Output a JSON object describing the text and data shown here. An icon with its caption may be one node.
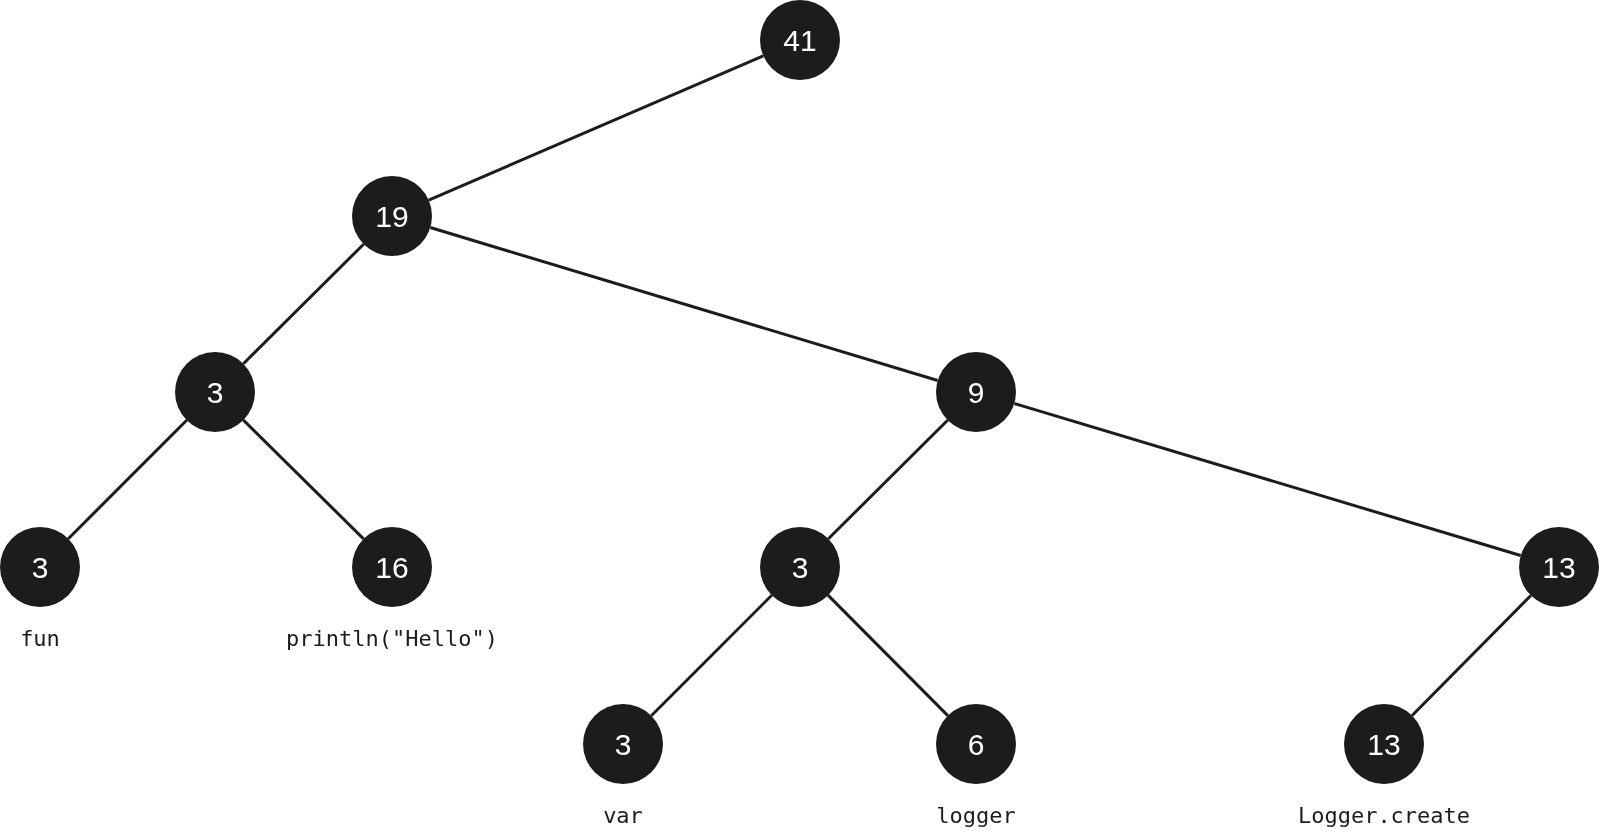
{
  "diagram": {
    "nodes": [
      {
        "text": [
          "41"
        ]
      },
      {
        "text": [
          "19"
        ]
      },
      {
        "text": [
          "3"
        ]
      },
      {
        "text": [
          "9"
        ]
      },
      {
        "text": [
          "3"
        ],
        "beside": [
          "fun"
        ]
      },
      {
        "text": [
          "16"
        ],
        "beside": [
          "println(\"Hello\")"
        ]
      },
      {
        "text": [
          "3"
        ]
      },
      {
        "text": [
          "13"
        ]
      },
      {
        "text": [
          "3"
        ],
        "beside": [
          "var"
        ]
      },
      {
        "text": [
          "6"
        ],
        "beside": [
          "logger"
        ]
      },
      {
        "text": [
          "13"
        ],
        "beside": [
          "Logger.create"
        ]
      }
    ],
    "edges": [
      {
        "from": 0,
        "to": 1,
        "arrow": "none"
      },
      {
        "from": 1,
        "to": 2,
        "arrow": "none"
      },
      {
        "from": 1,
        "to": 3,
        "arrow": "none"
      },
      {
        "from": 2,
        "to": 4,
        "arrow": "none"
      },
      {
        "from": 2,
        "to": 5,
        "arrow": "none"
      },
      {
        "from": 3,
        "to": 6,
        "arrow": "none"
      },
      {
        "from": 3,
        "to": 7,
        "arrow": "none"
      },
      {
        "from": 6,
        "to": 8,
        "arrow": "none"
      },
      {
        "from": 6,
        "to": 9,
        "arrow": "none"
      },
      {
        "from": 7,
        "to": 10,
        "arrow": "none"
      }
    ]
  }
}
